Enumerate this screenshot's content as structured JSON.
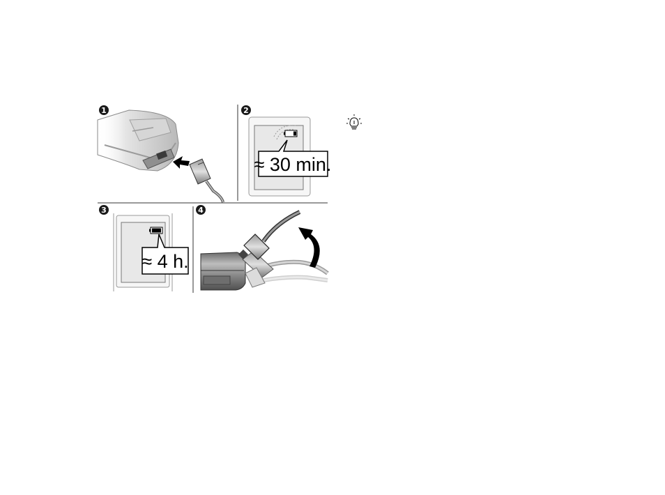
{
  "steps": [
    {
      "number": "1",
      "caption": ""
    },
    {
      "number": "2",
      "caption": "≈ 30 min."
    },
    {
      "number": "3",
      "caption": "≈ 4 h."
    },
    {
      "number": "4",
      "caption": ""
    }
  ],
  "icons": {
    "tip": "lightbulb-tip-icon",
    "arrow": "arrow-icon"
  },
  "colors": {
    "badge": "#1a1a1a",
    "screen": "#ececec",
    "outline": "#777777",
    "divider": "#333333"
  }
}
